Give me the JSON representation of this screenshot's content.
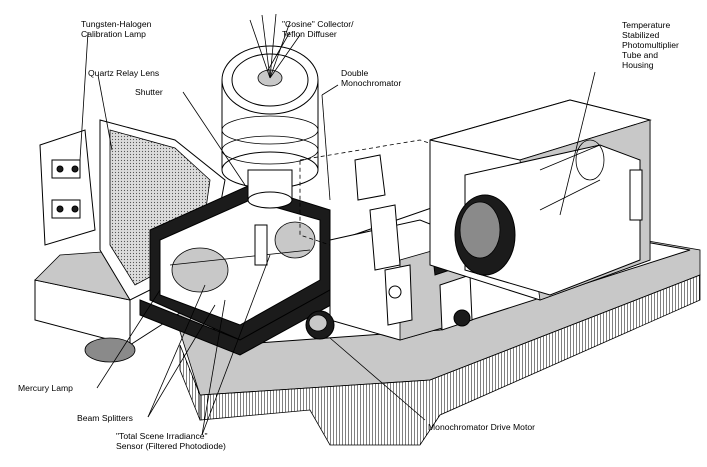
{
  "labels": {
    "tungsten_lamp": "Tungsten-Halogen\nCalibration Lamp",
    "cosine_collector": "\"Cosine\" Collector/\nTeflon Diffuser",
    "temperature_pmt": "Temperature\nStabilized\nPhotomultiplier\nTube and\nHousing",
    "quartz_lens": "Quartz Relay Lens",
    "double_mono": "Double\nMonochromator",
    "shutter": "Shutter",
    "mercury_lamp": "Mercury Lamp",
    "beam_splitters": "Beam Splitters",
    "total_scene": "\"Total Scene Irradiance\"\nSensor (Filtered Photodiode)",
    "drive_motor": "Monochromator Drive Motor"
  }
}
